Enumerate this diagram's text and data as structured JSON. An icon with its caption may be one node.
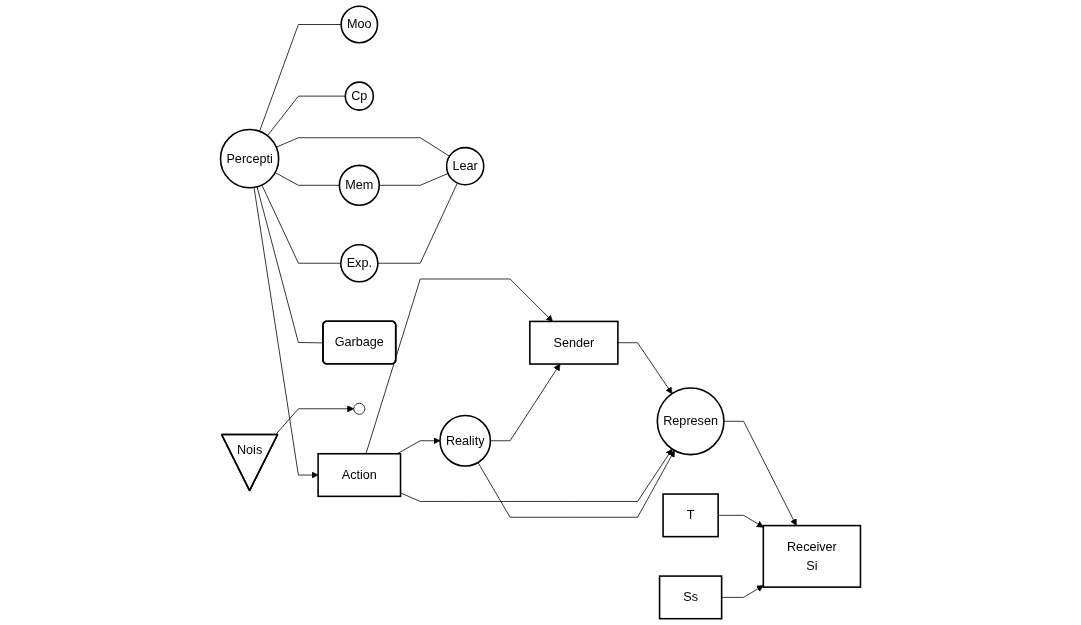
{
  "diagram": {
    "nodes": [
      {
        "text": [
          "Sender"
        ]
      },
      {
        "text": [
          "Represen"
        ]
      },
      {
        "text": [
          "Nois"
        ]
      },
      {
        "text": [
          "T"
        ]
      },
      {
        "text": [
          "Ss"
        ]
      },
      {
        "text": [
          "Receiver",
          "Si"
        ]
      },
      {
        "text": [
          "Percepti"
        ]
      },
      {
        "text": [
          "Moo"
        ]
      },
      {
        "text": [
          "Cp"
        ]
      },
      {
        "text": [
          "Exp."
        ]
      },
      {
        "text": [
          "Mem"
        ]
      },
      {
        "text": [
          "Lear"
        ]
      },
      {
        "text": [
          "Reality"
        ]
      },
      {
        "text": [
          "Action"
        ]
      },
      {
        "text": [
          "Garbage"
        ]
      }
    ],
    "edges": [
      {
        "from": 0,
        "to": 1,
        "arrow": "to"
      },
      {
        "from": 1,
        "to": 5,
        "arrow": "to"
      },
      {
        "from": 2,
        "to": null,
        "arrow": "to"
      },
      {
        "from": 3,
        "to": 5,
        "arrow": "to"
      },
      {
        "from": 4,
        "to": 5,
        "arrow": "to"
      },
      {
        "from": 6,
        "to": 7,
        "arrow": "none"
      },
      {
        "from": 6,
        "to": 8,
        "arrow": "none"
      },
      {
        "from": 6,
        "to": 9,
        "arrow": "none"
      },
      {
        "from": 6,
        "to": 10,
        "arrow": "none"
      },
      {
        "from": 6,
        "to": 11,
        "arrow": "none"
      },
      {
        "from": 10,
        "to": 11,
        "arrow": "none"
      },
      {
        "from": 9,
        "to": 11,
        "arrow": "none"
      },
      {
        "from": 6,
        "to": 14,
        "arrow": "none"
      },
      {
        "from": 6,
        "to": 13,
        "arrow": "to"
      },
      {
        "from": 13,
        "to": 12,
        "arrow": "to"
      },
      {
        "from": 13,
        "to": 1,
        "arrow": "to"
      },
      {
        "from": 13,
        "to": 0,
        "arrow": "to"
      },
      {
        "from": 12,
        "to": 0,
        "arrow": "to"
      },
      {
        "from": 12,
        "to": 1,
        "arrow": "to"
      }
    ]
  }
}
